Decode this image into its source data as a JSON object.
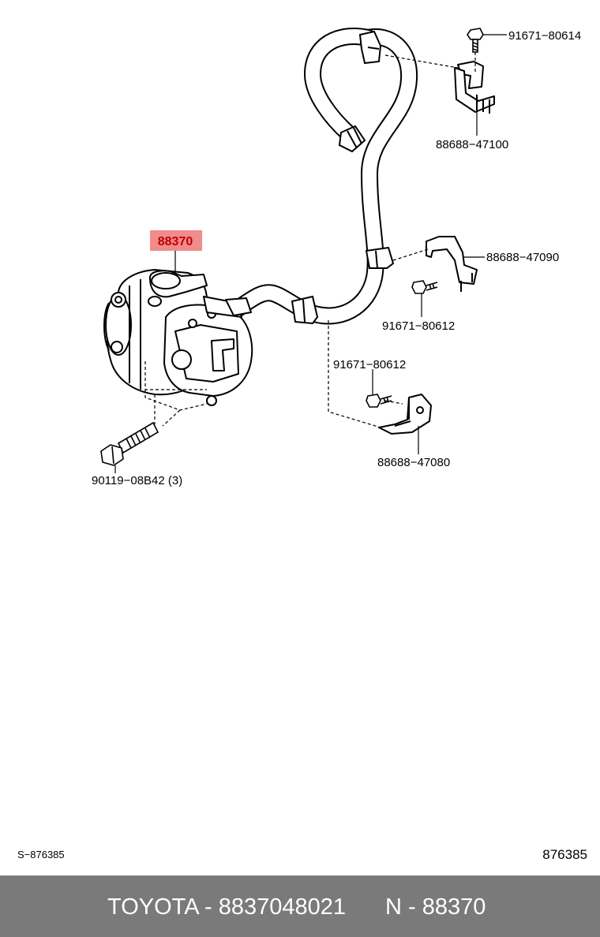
{
  "diagram": {
    "highlighted_part": "88370",
    "part_labels": {
      "bolt_top": "91671−80614",
      "bracket_top": "88688−47100",
      "bracket_mid": "88688−47090",
      "bolt_mid": "91671−80612",
      "bolt_lower": "91671−80612",
      "bracket_lower": "88688−47080",
      "compressor_bolt": "90119−08B42 (3)"
    },
    "ref_left": "S−876385",
    "ref_right": "876385"
  },
  "footer": {
    "left": "TOYOTA - 8837048021",
    "right": "N - 88370"
  },
  "colors": {
    "highlight_bg": "#f08c8c",
    "highlight_text": "#c00000",
    "footer_bg": "#7a7a7a"
  }
}
